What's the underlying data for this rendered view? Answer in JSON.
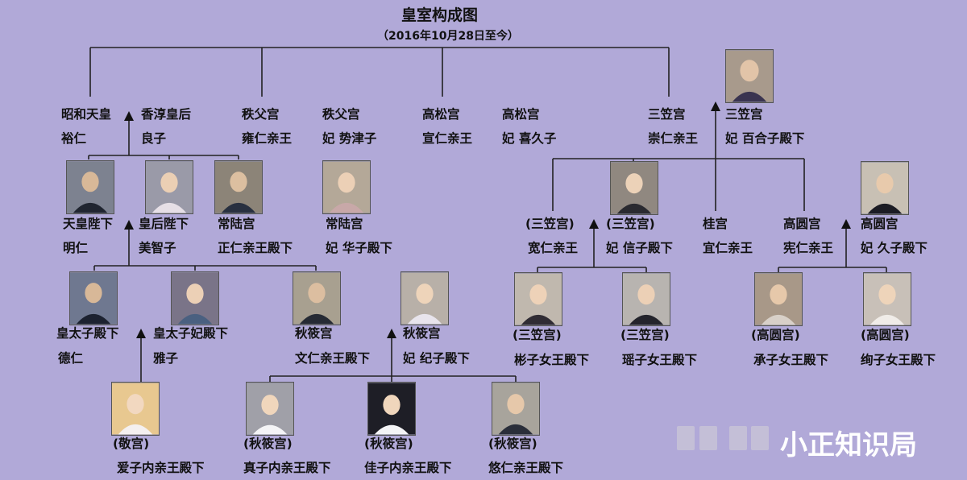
{
  "title": "皇室构成图",
  "subtitle": "（2016年10月28日至今）",
  "watermark": "小正知识局",
  "people": {
    "showa_title": "昭和天皇",
    "showa_name": "裕仁",
    "kojun_title": "香淳皇后",
    "kojun_name": "良子",
    "chichibu_title": "秩父宫",
    "chichibu_name": "雍仁亲王",
    "chichibu_wife_title": "秩父宫",
    "chichibu_wife_name": "妃 势津子",
    "takamatsu_title": "高松宫",
    "takamatsu_name": "宣仁亲王",
    "takamatsu_wife_title": "高松宫",
    "takamatsu_wife_name": "妃 喜久子",
    "mikasa_title": "三笠宫",
    "mikasa_name": "崇仁亲王",
    "mikasa_wife_title": "三笠宫",
    "mikasa_wife_name": "妃 百合子殿下",
    "emperor_title": "天皇陛下",
    "emperor_name": "明仁",
    "empress_title": "皇后陛下",
    "empress_name": "美智子",
    "hitachi_title": "常陆宫",
    "hitachi_name": "正仁亲王殿下",
    "hitachi_wife_title": "常陆宫",
    "hitachi_wife_name": "妃 华子殿下",
    "tomohito_title": "(三笠宫)",
    "tomohito_name": "宽仁亲王",
    "nobuko_title": "(三笠宫)",
    "nobuko_name": "妃 信子殿下",
    "katsura_title": "桂宫",
    "katsura_name": "宜仁亲王",
    "takamado_title": "高圆宫",
    "takamado_name": "宪仁亲王",
    "hisako_title": "高圆宫",
    "hisako_name": "妃 久子殿下",
    "crown_prince_title": "皇太子殿下",
    "crown_prince_name": "德仁",
    "crown_princess_title": "皇太子妃殿下",
    "crown_princess_name": "雅子",
    "akishino_title": "秋筱宫",
    "akishino_name": "文仁亲王殿下",
    "akishino_wife_title": "秋筱宫",
    "akishino_wife_name": "妃 纪子殿下",
    "akiko_title": "(三笠宫)",
    "akiko_name": "彬子女王殿下",
    "yoko_title": "(三笠宫)",
    "yoko_name": "瑶子女王殿下",
    "tsuguko_title": "(高圆宫)",
    "tsuguko_name": "承子女王殿下",
    "ayako_title": "(高圆宫)",
    "ayako_name": "绚子女王殿下",
    "aiko_title": "(敬宫)",
    "aiko_name": "爱子内亲王殿下",
    "mako_title": "(秋筱宫)",
    "mako_name": "真子内亲王殿下",
    "kako_title": "(秋筱宫)",
    "kako_name": "佳子内亲王殿下",
    "hisahito_title": "(秋筱宫)",
    "hisahito_name": "悠仁亲王殿下"
  }
}
